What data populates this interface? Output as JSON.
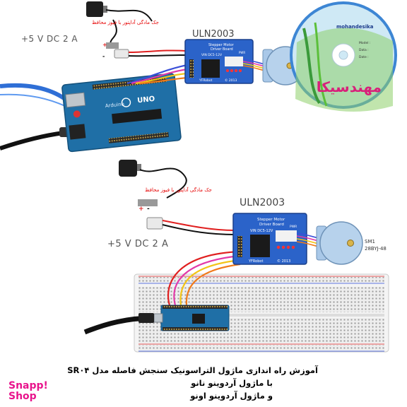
{
  "labels": {
    "psu_top": "+5 V  DC 2 A",
    "psu_bottom": "+5 V  DC 2 A",
    "uln_top": "ULN2003",
    "uln_bottom": "ULN2003",
    "board_title_1": "Stepper Motor",
    "board_title_2": "Driver Board",
    "board_voltage": "VIN DC5-12V",
    "board_brand": "YFRobot",
    "board_year": "© 2013",
    "board_pwr": "PWR",
    "motor_name": "SM1",
    "motor_model": "28BYJ-48",
    "arduino_brand": "Arduino",
    "arduino_model": "UNO",
    "adapter_note_top": "جک مادگی آداپتور با فیوز محافظ",
    "adapter_note_bottom": "جک مادگی آداپتور با فیوز محافظ",
    "cd_brand": "mohandesika",
    "cd_fields": [
      "Model :",
      "Data :",
      "Date :"
    ],
    "cd_logo_text": "مهندسیکا"
  },
  "caption": {
    "line1": "آموزش راه اندازی ماژول التراسونیک سنجش فاصله مدل  SR۰۴",
    "line2": "با ماژول آردوینو نانو",
    "line3": "و ماژول آردوینو اونو"
  },
  "brand": {
    "line1": "Snapp!",
    "line2": "Shop"
  },
  "colors": {
    "arduino": "#1f6fa6",
    "driver": "#2b63c9",
    "motor": "#8fb8e0",
    "wire_blue": "#3a4fd8",
    "wire_pink": "#e23aa8",
    "wire_yellow": "#f2c418",
    "wire_orange": "#f07a1a",
    "wire_red": "#e02020",
    "brand_pink": "#e8148c"
  }
}
